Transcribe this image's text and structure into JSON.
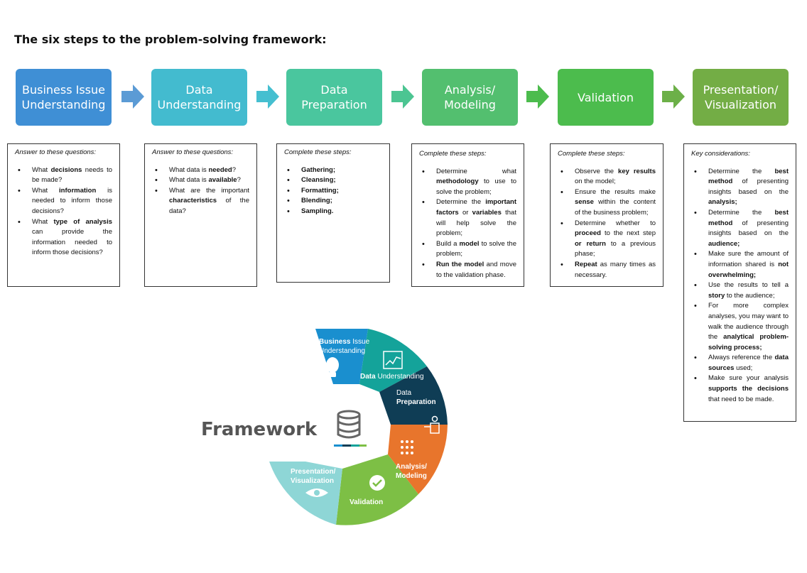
{
  "title": "The six steps to the problem-solving framework:",
  "colors": {
    "business": "#3f8fd5",
    "data_understanding": "#43bbcf",
    "data_preparation": "#4ac69e",
    "analysis": "#53bf6f",
    "validation": "#4cbc4d",
    "presentation": "#73ad45",
    "arrow": "#5b9bd5"
  },
  "steps": [
    {
      "label": "Business Issue\nUnderstanding"
    },
    {
      "label": "Data\nUnderstanding"
    },
    {
      "label": "Data\nPreparation"
    },
    {
      "label": "Analysis/\nModeling"
    },
    {
      "label": "Validation"
    },
    {
      "label": "Presentation/\nVisualization"
    }
  ],
  "cards": {
    "business": {
      "heading": "Answer to these questions:",
      "items": [
        {
          "a": "What ",
          "b": "decisions",
          "c": " needs to be made?"
        },
        {
          "a": "What ",
          "b": "information",
          "c": " is needed to inform those decisions?"
        },
        {
          "a": "What ",
          "b": "type of analysis",
          "c": " can provide the information needed to inform those decisions?"
        }
      ]
    },
    "data_understanding": {
      "heading": "Answer to these questions:",
      "items": [
        {
          "a": "What data is ",
          "b": "needed",
          "c": "?"
        },
        {
          "a": "What data is ",
          "b": "available",
          "c": "?"
        },
        {
          "a": "What are the important ",
          "b": "characteristics",
          "c": " of the data?"
        }
      ]
    },
    "data_preparation": {
      "heading": "Complete these steps:",
      "items": [
        {
          "a": "",
          "b": "Gathering;",
          "c": ""
        },
        {
          "a": "",
          "b": "Cleansing;",
          "c": ""
        },
        {
          "a": "",
          "b": "Formatting;",
          "c": ""
        },
        {
          "a": "",
          "b": "Blending;",
          "c": ""
        },
        {
          "a": "",
          "b": "Sampling.",
          "c": ""
        }
      ]
    },
    "analysis": {
      "heading": "Complete these steps:",
      "items": [
        {
          "a": "Determine what ",
          "b": "methodology",
          "c": " to use to solve the problem;"
        },
        {
          "a": "Determine the ",
          "b": "important factors",
          "c": " or ",
          "d": "variables",
          "e": " that will help solve the problem;"
        },
        {
          "a": "Build a ",
          "b": "model",
          "c": " to solve the problem;"
        },
        {
          "a": "",
          "b": "Run the model",
          "c": " and move to the validation phase."
        }
      ]
    },
    "validation": {
      "heading": "Complete these steps:",
      "items": [
        {
          "a": "Observe the ",
          "b": "key results",
          "c": " on the model;"
        },
        {
          "a": "Ensure the results make ",
          "b": "sense",
          "c": " within the content of the business problem;"
        },
        {
          "a": "Determine whether to ",
          "b": "proceed",
          "c": " to the next step ",
          "d": "or return",
          "e": " to a previous phase;"
        },
        {
          "a": "",
          "b": "Repeat",
          "c": " as many times as necessary."
        }
      ]
    },
    "presentation": {
      "heading": "Key considerations:",
      "items": [
        {
          "a": "Determine the ",
          "b": "best method",
          "c": " of presenting insights based on the ",
          "d": "analysis;",
          "e": ""
        },
        {
          "a": "Determine the ",
          "b": "best method",
          "c": " of presenting insights based on the ",
          "d": "audience;",
          "e": ""
        },
        {
          "a": "Make sure the amount of information shared is ",
          "b": "not overwhelming;",
          "c": ""
        },
        {
          "a": "Use the results to tell a ",
          "b": "story",
          "c": " to the audience;"
        },
        {
          "a": "For more complex analyses, you may want to walk the audience through the ",
          "b": "analytical problem-solving process;",
          "c": ""
        },
        {
          "a": "Always reference the ",
          "b": "data sources",
          "c": " used;"
        },
        {
          "a": "Make sure your analysis ",
          "b": "supports the decisions",
          "c": " that need to be made."
        }
      ]
    }
  },
  "wheel": {
    "center_label": "Framework",
    "segments": {
      "business_bold": "Business",
      "business_rest": " Issue",
      "business_line2": "Understanding",
      "data_und_bold": "Data",
      "data_und_rest": " Understanding",
      "data_prep_line1": "Data",
      "data_prep_line2": "Preparation",
      "analysis_line1": "Analysis/",
      "analysis_line2": "Modeling",
      "validation": "Validation",
      "presentation_line1": "Presentation/",
      "presentation_line2": "Visualization"
    },
    "segment_colors": {
      "business": "#1a8fcf",
      "data_understanding": "#14a39a",
      "data_preparation": "#0f3d55",
      "analysis": "#e8752c",
      "validation": "#7dbf45",
      "presentation": "#8ed6d6"
    }
  }
}
